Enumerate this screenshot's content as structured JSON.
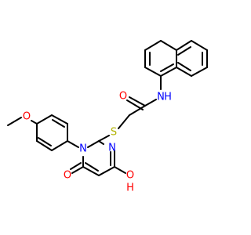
{
  "molecule": {
    "atoms": {
      "carbonyl_oxygen": "O",
      "amide_nitrogen": "N",
      "amide_hydrogen": "H",
      "sulfur": "S",
      "ring_nitrogen_1": "N",
      "ring_nitrogen_3": "N",
      "ring_oxo_oxygen": "O",
      "hydroxyl_oxygen": "O",
      "hydroxyl_hydrogen": "H",
      "methoxy_oxygen": "O"
    },
    "colors": {
      "bond": "#000000",
      "oxygen": "#ff0000",
      "nitrogen": "#0000ff",
      "sulfur": "#b2b200",
      "hydrogen_on_nitrogen": "#0000ff",
      "hydrogen_on_oxygen": "#ff0000"
    }
  }
}
